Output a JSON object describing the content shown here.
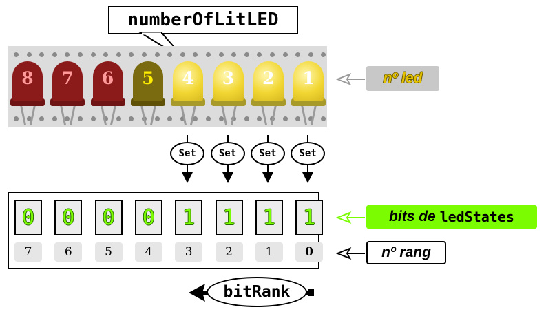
{
  "callout": {
    "label": "numberOfLitLED"
  },
  "leds": [
    {
      "number": "8",
      "state": "off",
      "color": "#8b1a1a",
      "text_color": "#ff9a9a"
    },
    {
      "number": "7",
      "state": "off",
      "color": "#8b1a1a",
      "text_color": "#ff9a9a"
    },
    {
      "number": "6",
      "state": "off",
      "color": "#8b1a1a",
      "text_color": "#ff9a9a"
    },
    {
      "number": "5",
      "state": "off",
      "color": "#7a6a10",
      "text_color": "#ffee00"
    },
    {
      "number": "4",
      "state": "on",
      "color": "#f2d733",
      "text_color": "#ffffff"
    },
    {
      "number": "3",
      "state": "on",
      "color": "#f2d733",
      "text_color": "#ffffff"
    },
    {
      "number": "2",
      "state": "on",
      "color": "#f2d733",
      "text_color": "#ffffff"
    },
    {
      "number": "1",
      "state": "on",
      "color": "#f2d733",
      "text_color": "#ffffff"
    }
  ],
  "labels": {
    "led_number": "nº led",
    "bits_prefix": "bits de ",
    "bits_var": "ledStates",
    "rank_number": "nº rang"
  },
  "set_buttons": [
    "Set",
    "Set",
    "Set",
    "Set"
  ],
  "bits": [
    "0",
    "0",
    "0",
    "0",
    "1",
    "1",
    "1",
    "1"
  ],
  "ranks": [
    "7",
    "6",
    "5",
    "4",
    "3",
    "2",
    "1",
    "0"
  ],
  "bitrank": {
    "label": "bitRank"
  },
  "colors": {
    "led_tag_bg": "#c8c8c8",
    "led_tag_text": "#e5c200",
    "bits_tag_bg": "#7cfc00",
    "bit_digit": "#7cfc00"
  }
}
